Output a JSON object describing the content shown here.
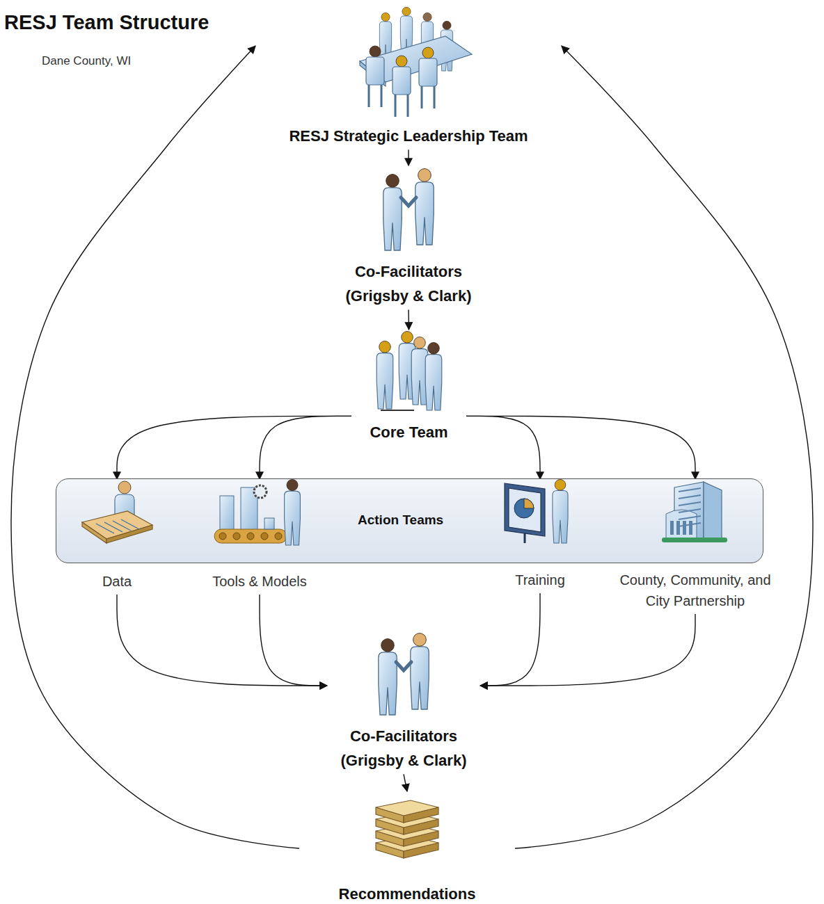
{
  "diagram": {
    "title": "RESJ Team Structure",
    "nodes": [
      {
        "text": [
          "RESJ Strategic Leadership Team"
        ]
      },
      {
        "text": [
          "Co-Facilitators (Grigsby & Clark)"
        ]
      },
      {
        "text": [
          "Core Team"
        ]
      },
      {
        "text": [
          "Action Teams"
        ]
      },
      {
        "text": [
          "Data"
        ],
        "in": 3
      },
      {
        "text": [
          "Tools & Models"
        ],
        "in": 3
      },
      {
        "text": [
          "Training"
        ],
        "in": 3
      },
      {
        "text": [
          "County, Community, and City Partnership"
        ],
        "in": 3
      },
      {
        "text": [
          "Co-Facilitators (Grigsby & Clark)"
        ]
      },
      {
        "text": [
          "Recommendations"
        ]
      }
    ],
    "edges": [
      {
        "from": 0,
        "to": 1,
        "arrow": "to"
      },
      {
        "from": 1,
        "to": 2,
        "arrow": "to"
      },
      {
        "from": 2,
        "to": 4,
        "arrow": "to"
      },
      {
        "from": 2,
        "to": 5,
        "arrow": "to"
      },
      {
        "from": 2,
        "to": 6,
        "arrow": "to"
      },
      {
        "from": 2,
        "to": 7,
        "arrow": "to"
      },
      {
        "from": 4,
        "to": 8,
        "arrow": "to"
      },
      {
        "from": 5,
        "to": 8,
        "arrow": "to"
      },
      {
        "from": 6,
        "to": 8,
        "arrow": "to"
      },
      {
        "from": 7,
        "to": 8,
        "arrow": "to"
      },
      {
        "from": 8,
        "to": 9,
        "arrow": "to"
      },
      {
        "from": 9,
        "to": 0,
        "arrow": "to"
      },
      {
        "from": 9,
        "to": 0,
        "arrow": "to"
      }
    ],
    "labels": [
      "Dane County, WI"
    ]
  }
}
